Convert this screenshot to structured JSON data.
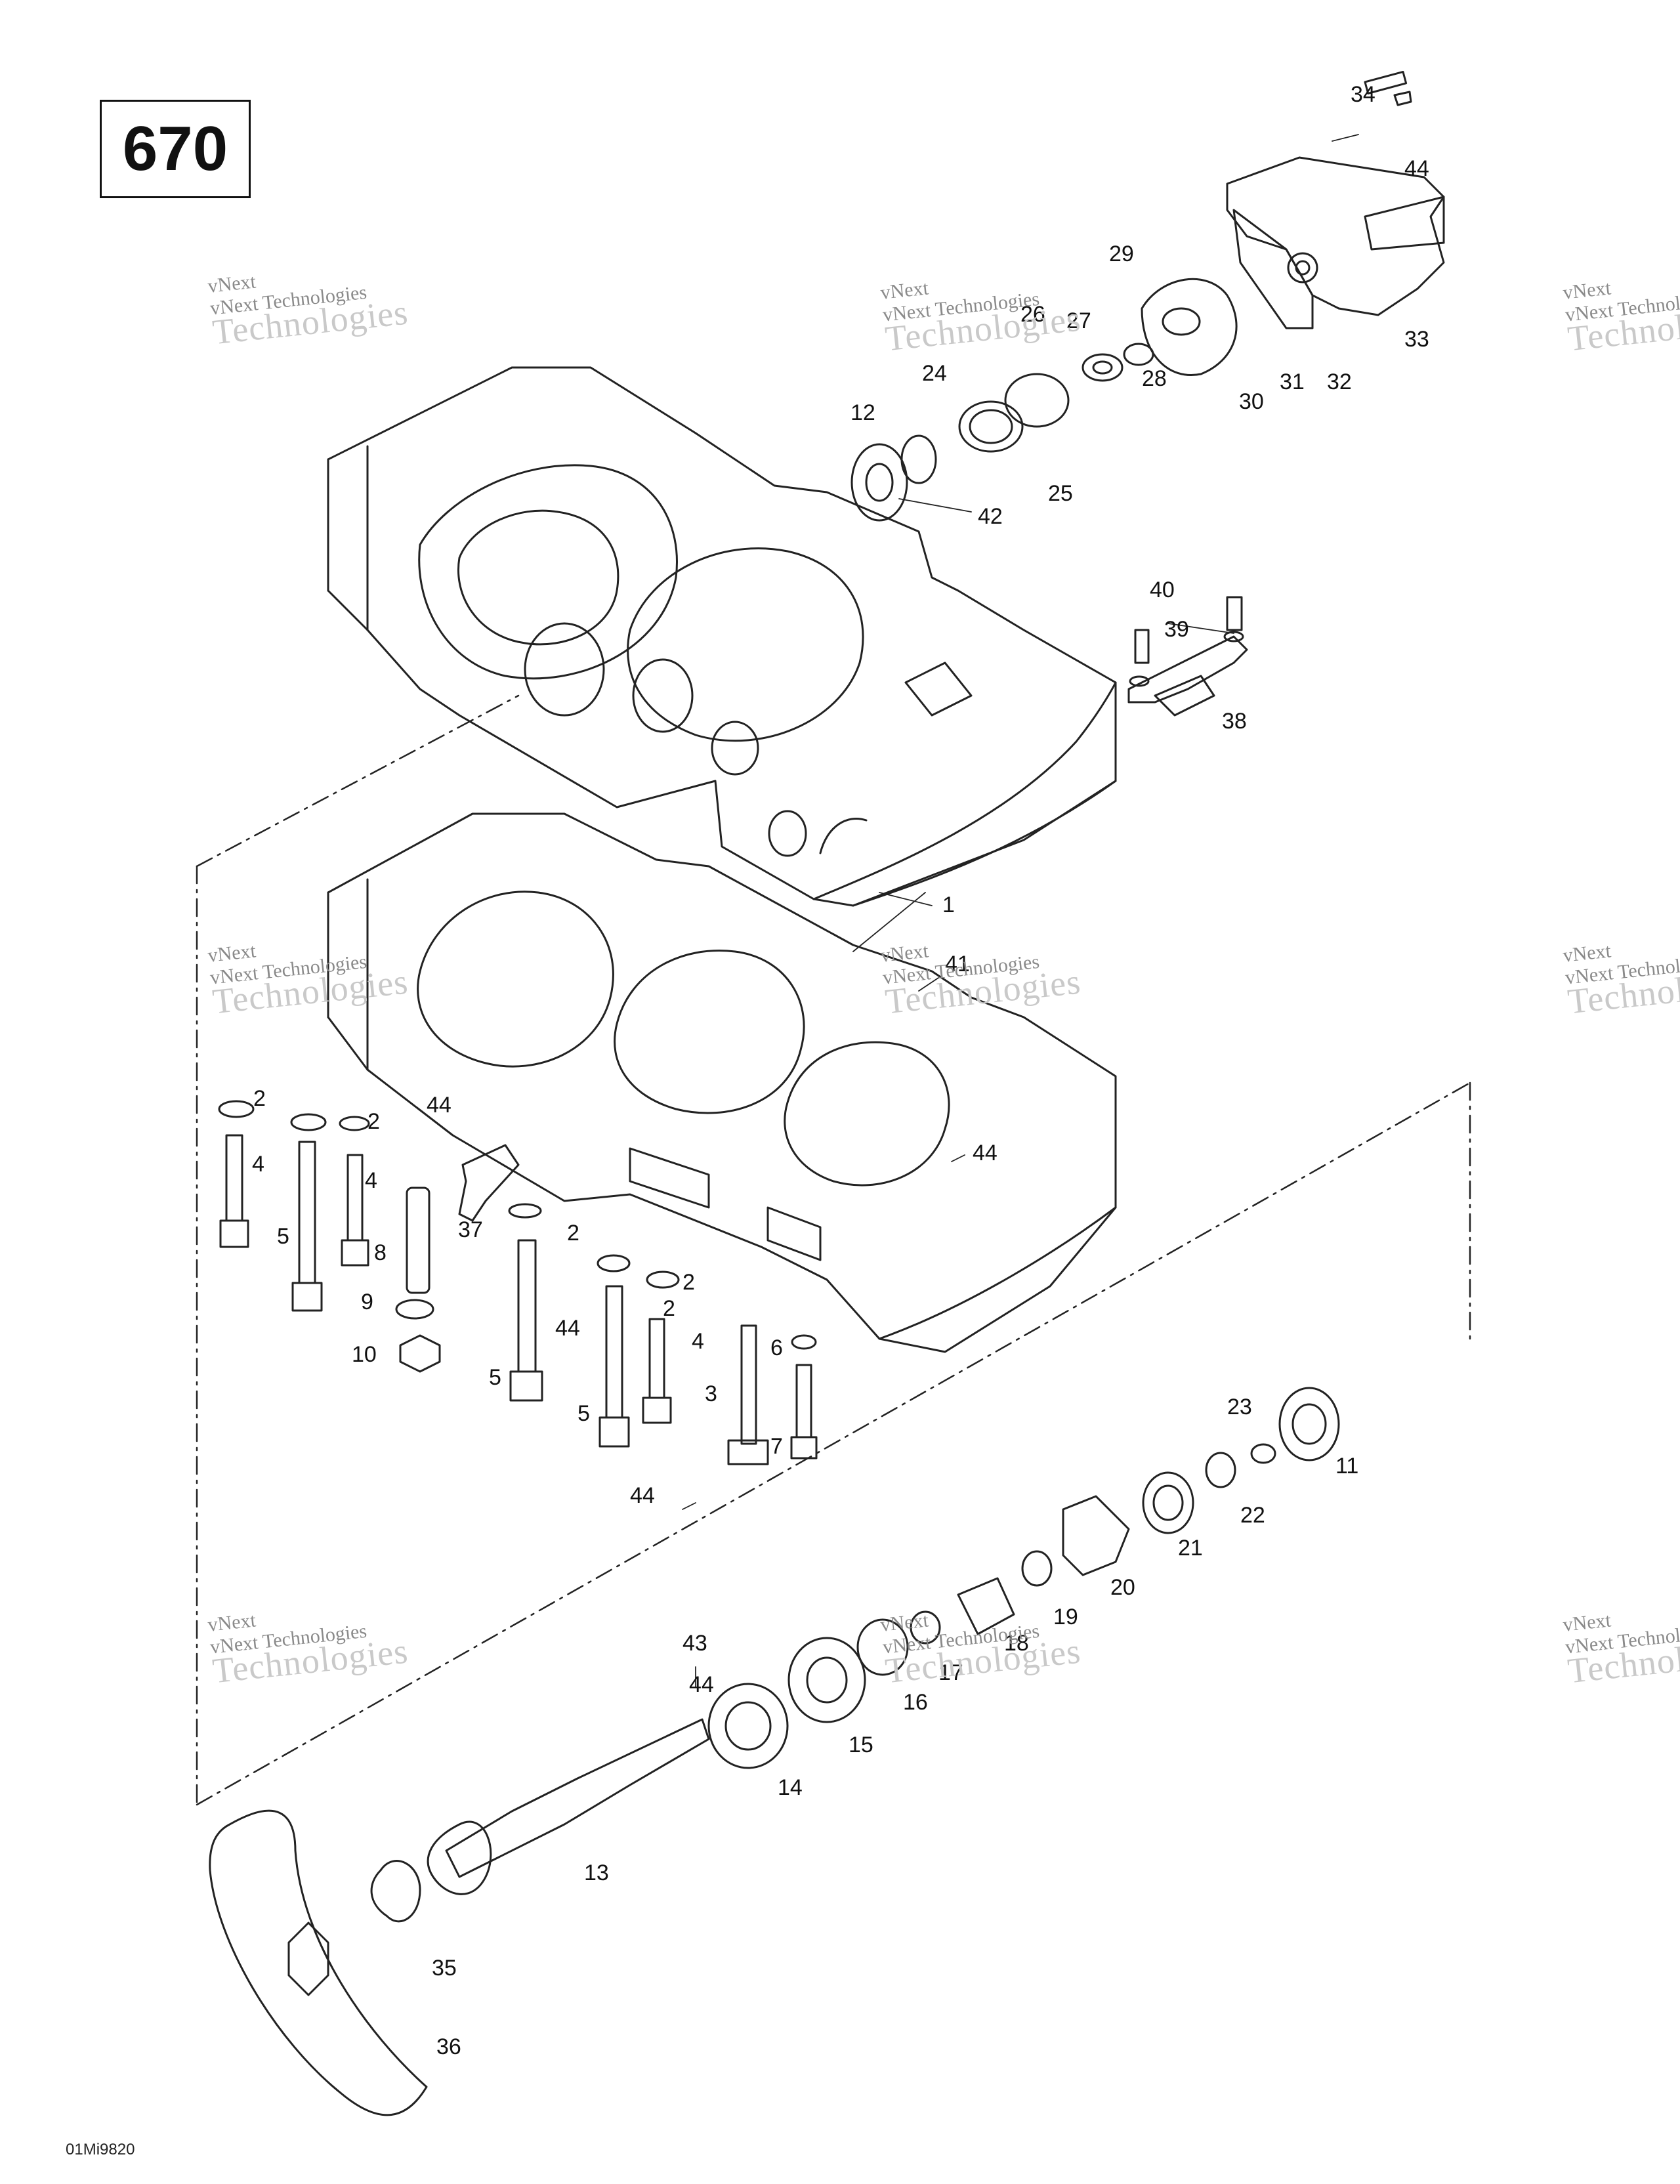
{
  "page": {
    "model_number": "670",
    "reference_code": "01Mi9820"
  },
  "watermark": {
    "line1": "vNext",
    "line2": "vNext Technologies",
    "line3": "Technologies"
  },
  "labels": [
    "1",
    "2",
    "2",
    "2",
    "2",
    "2",
    "3",
    "4",
    "4",
    "4",
    "5",
    "5",
    "5",
    "6",
    "7",
    "8",
    "9",
    "10",
    "11",
    "12",
    "13",
    "14",
    "15",
    "16",
    "17",
    "18",
    "19",
    "20",
    "21",
    "22",
    "23",
    "24",
    "25",
    "26",
    "27",
    "28",
    "29",
    "30",
    "31",
    "32",
    "33",
    "34",
    "35",
    "36",
    "37",
    "38",
    "39",
    "40",
    "41",
    "42",
    "43",
    "44",
    "44",
    "44",
    "44",
    "44",
    "44"
  ]
}
